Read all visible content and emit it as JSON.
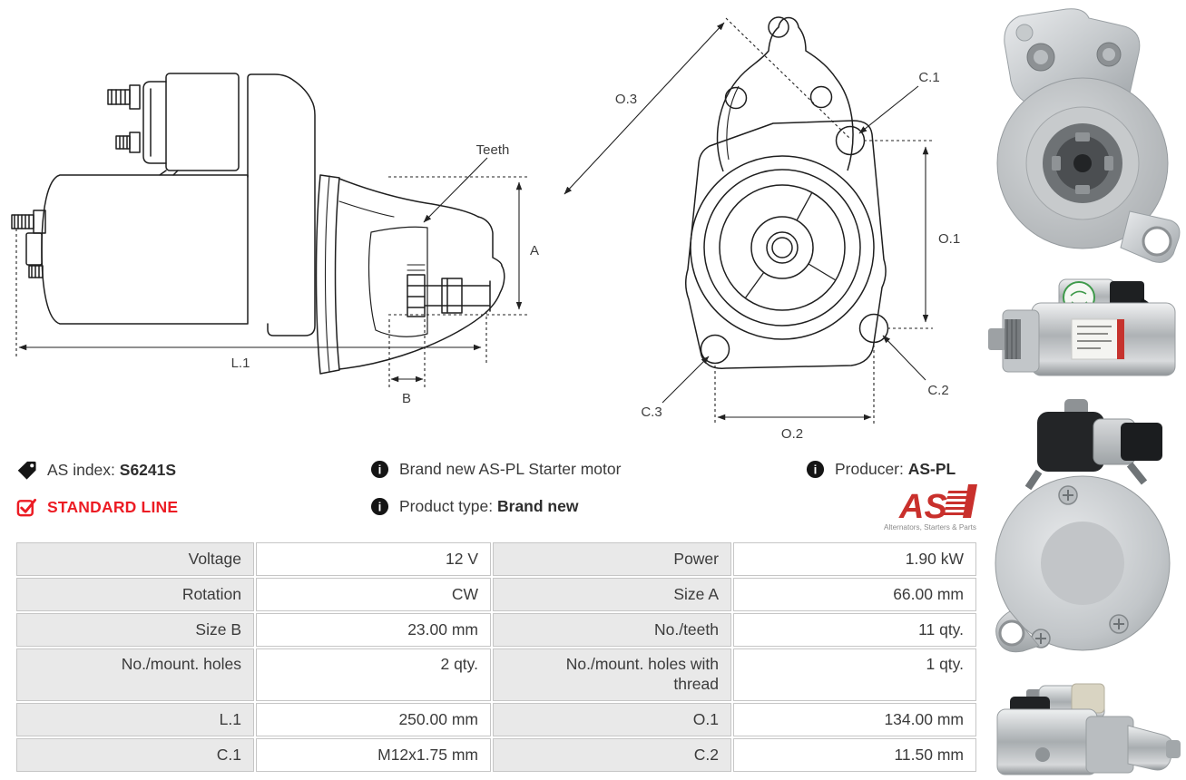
{
  "info": {
    "as_index_label": "AS index:",
    "as_index_value": "S6241S",
    "standard_line": "STANDARD LINE",
    "description": "Brand new AS-PL Starter motor",
    "product_type_label": "Product type:",
    "product_type_value": "Brand new",
    "producer_label": "Producer:",
    "producer_value": "AS-PL",
    "logo_text": "AS",
    "logo_tagline": "Alternators, Starters & Parts"
  },
  "drawings": {
    "side_view": {
      "teeth": "Teeth",
      "a": "A",
      "l1": "L.1",
      "b": "B"
    },
    "front_view": {
      "o1": "O.1",
      "o2": "O.2",
      "o3": "O.3",
      "c1": "C.1",
      "c2": "C.2",
      "c3": "C.3"
    }
  },
  "photos": [
    "starter-front-angled-view",
    "starter-side-view-with-labels",
    "starter-rear-view",
    "starter-side-view-2"
  ],
  "spec_table": {
    "rows": [
      {
        "label_left": "Voltage",
        "value_left": "12 V",
        "label_right": "Power",
        "value_right": "1.90 kW"
      },
      {
        "label_left": "Rotation",
        "value_left": "CW",
        "label_right": "Size A",
        "value_right": "66.00 mm"
      },
      {
        "label_left": "Size B",
        "value_left": "23.00 mm",
        "label_right": "No./teeth",
        "value_right": "11 qty."
      },
      {
        "label_left": "No./mount. holes",
        "value_left": "2 qty.",
        "label_right": "No./mount. holes with thread",
        "value_right": "1 qty."
      },
      {
        "label_left": "L.1",
        "value_left": "250.00 mm",
        "label_right": "O.1",
        "value_right": "134.00 mm"
      },
      {
        "label_left": "C.1",
        "value_left": "M12x1.75 mm",
        "label_right": "C.2",
        "value_right": "11.50 mm"
      }
    ]
  },
  "colors": {
    "accent_red": "#ec1c24",
    "logo_red": "#c9302c",
    "table_label_bg": "#e9e9e9",
    "table_border": "#c6c6c6",
    "text": "#3a3a3a"
  }
}
